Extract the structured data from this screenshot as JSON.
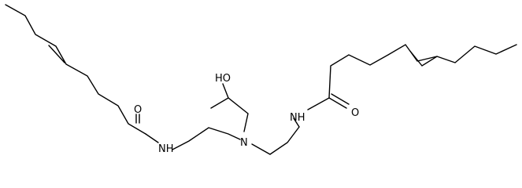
{
  "colors": {
    "bond": "#000000",
    "text": "#000000",
    "background": "#ffffff"
  },
  "atoms": {
    "hydroxyl": "HO",
    "amide_nh_left": "NH",
    "amide_o_left": "O",
    "amide_nh_right": "NH",
    "amide_o_right": "O",
    "amine_n": "N"
  }
}
